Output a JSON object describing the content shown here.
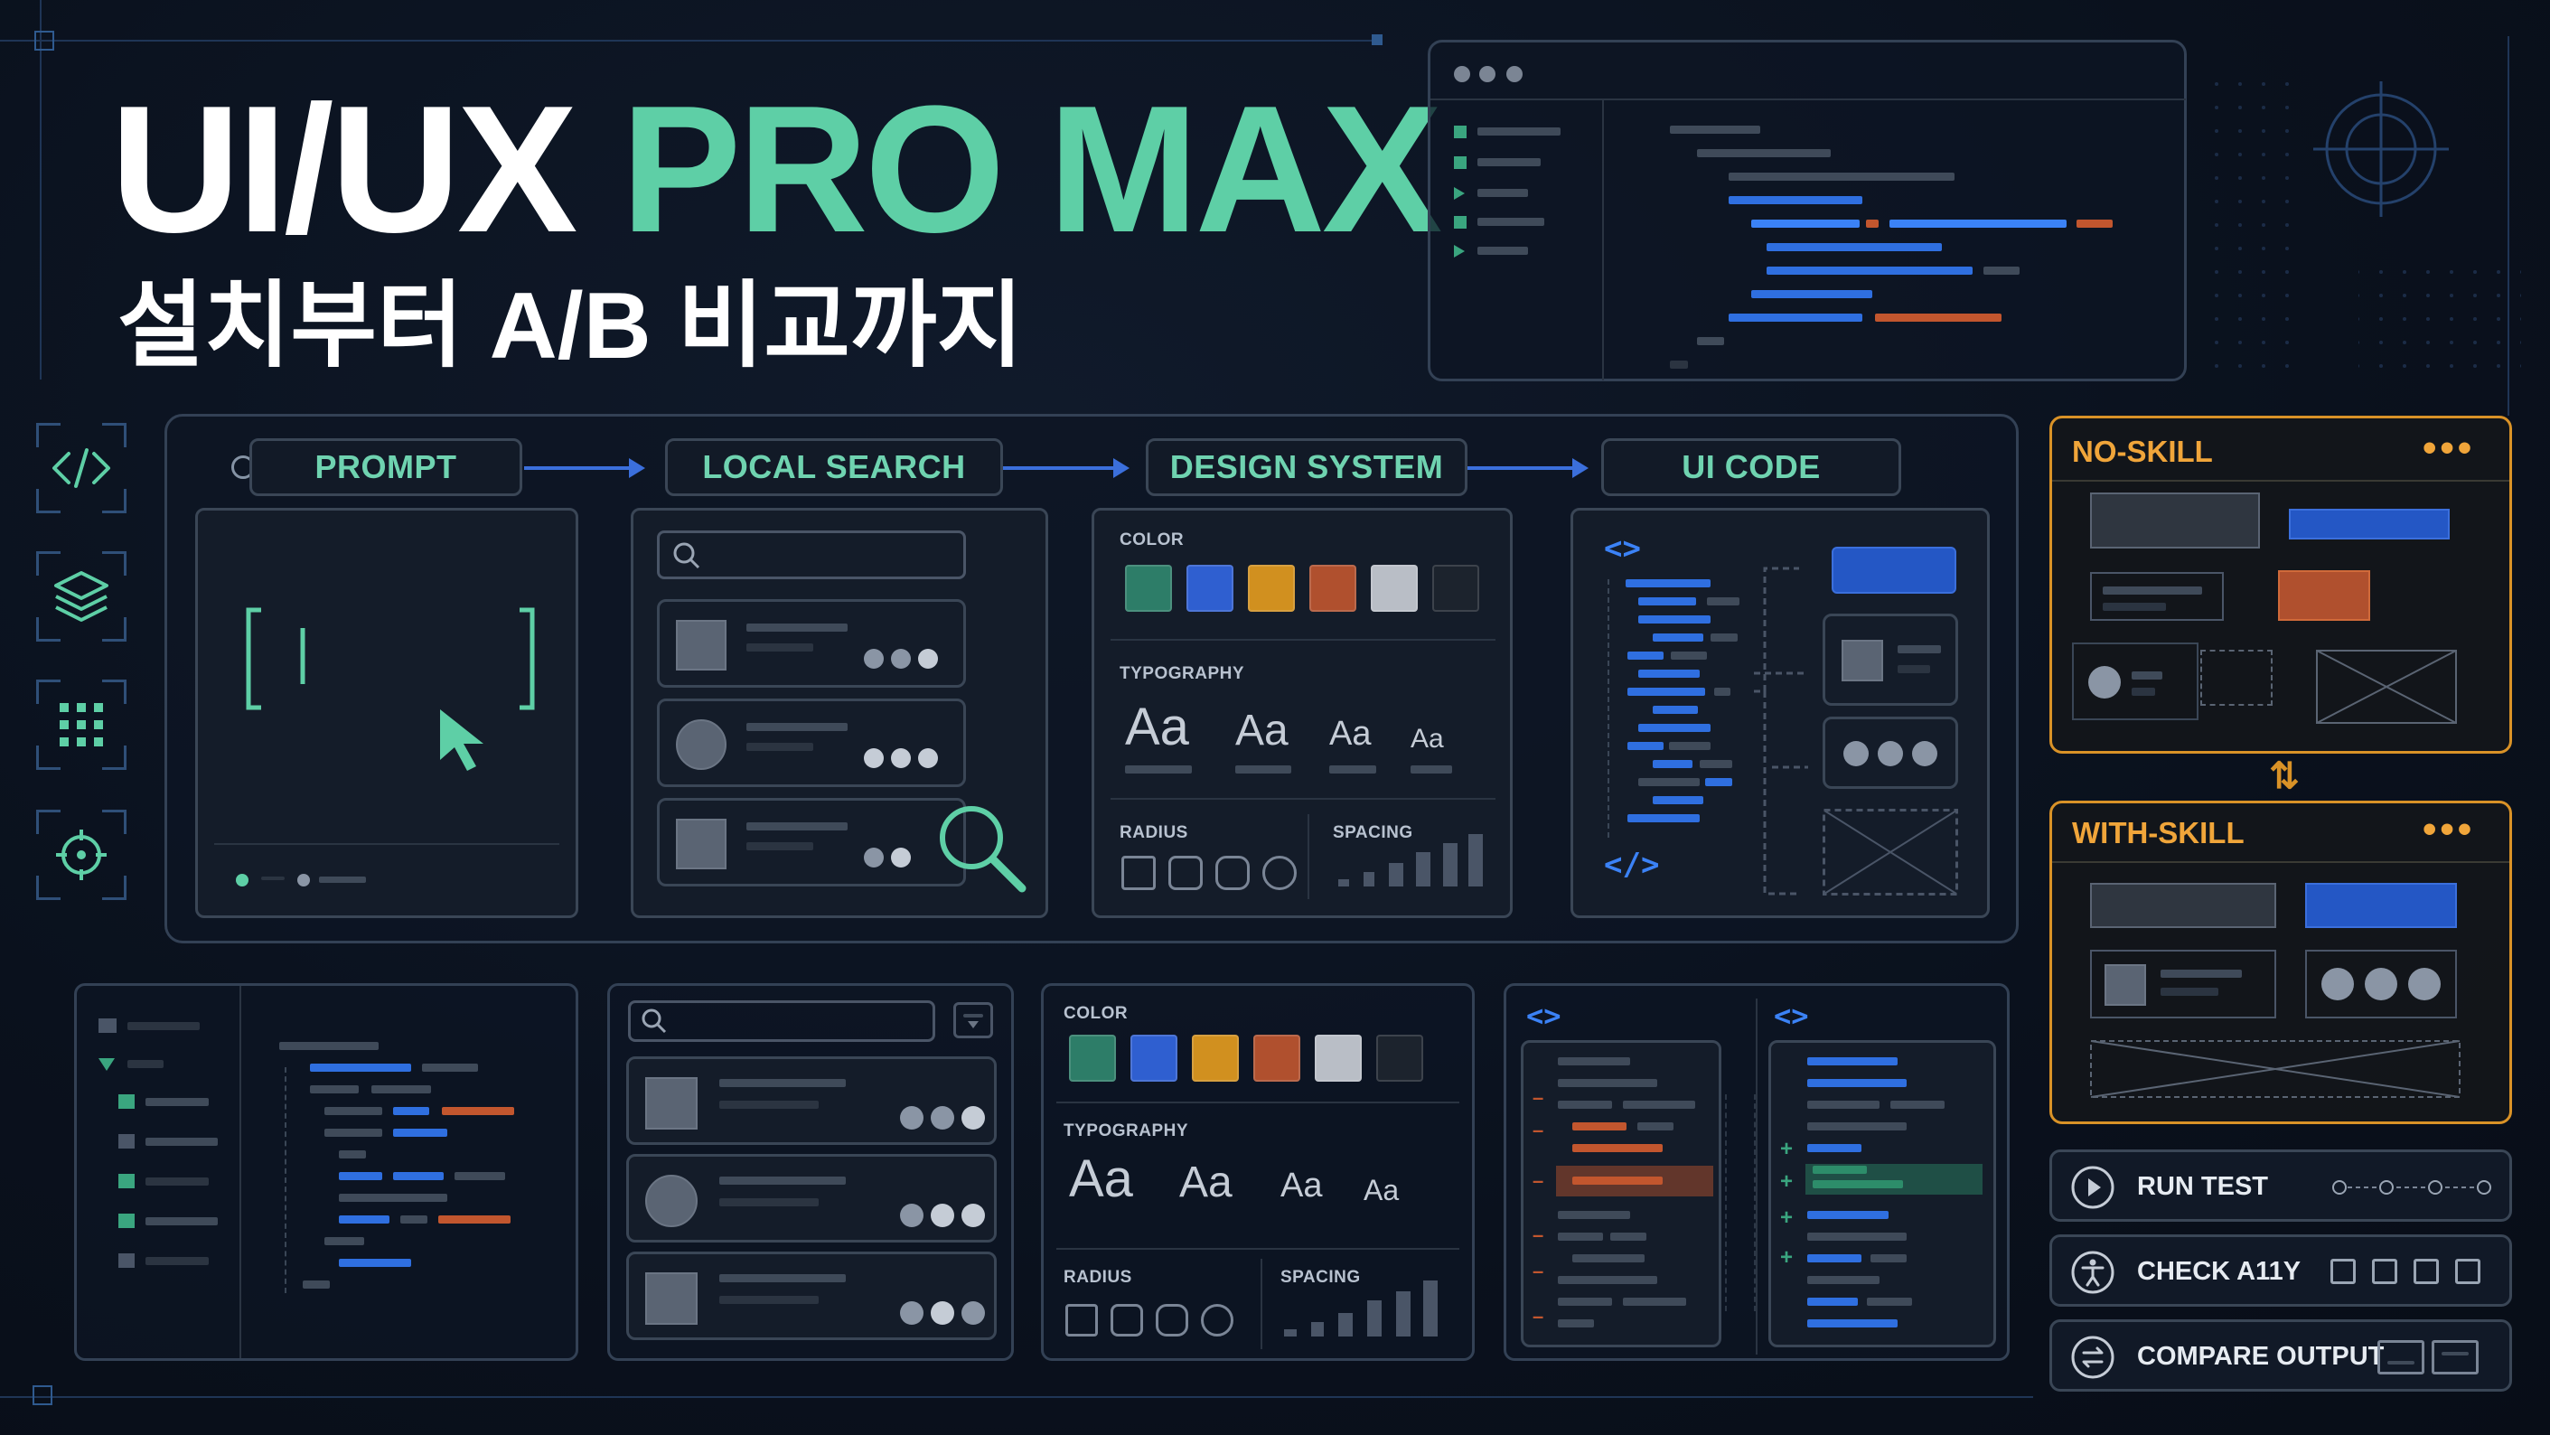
{
  "title": {
    "main_white": "UI/UX",
    "main_green": "PRO MAX",
    "subtitle": "설치부터 A/B 비교까지"
  },
  "pipeline": {
    "stages": [
      {
        "label": "PROMPT"
      },
      {
        "label": "LOCAL SEARCH"
      },
      {
        "label": "DESIGN SYSTEM"
      },
      {
        "label": "UI CODE"
      }
    ]
  },
  "design_system": {
    "color_label": "COLOR",
    "typography_label": "TYPOGRAPHY",
    "radius_label": "RADIUS",
    "spacing_label": "SPACING",
    "typography_samples": [
      "Aa",
      "Aa",
      "Aa",
      "Aa"
    ],
    "swatches": [
      "#2d7d68",
      "#2f5fd0",
      "#d1901f",
      "#b0502e",
      "#b9bec6",
      "#1c232d"
    ]
  },
  "code_symbols": {
    "open": "<>",
    "close": "</>"
  },
  "compare": {
    "no_skill": {
      "label": "NO-SKILL",
      "dots": "•••"
    },
    "with_skill": {
      "label": "WITH-SKILL",
      "dots": "•••"
    },
    "swap_icon": "⇅"
  },
  "actions": [
    {
      "label": "RUN TEST",
      "icon": "play-icon"
    },
    {
      "label": "CHECK A11Y",
      "icon": "accessibility-icon"
    },
    {
      "label": "COMPARE OUTPUT",
      "icon": "swap-icon"
    }
  ],
  "colors": {
    "accent_green": "#5ecfa6",
    "accent_blue": "#3b6fdc",
    "accent_orange": "#d99227",
    "background": "#0b1220"
  }
}
